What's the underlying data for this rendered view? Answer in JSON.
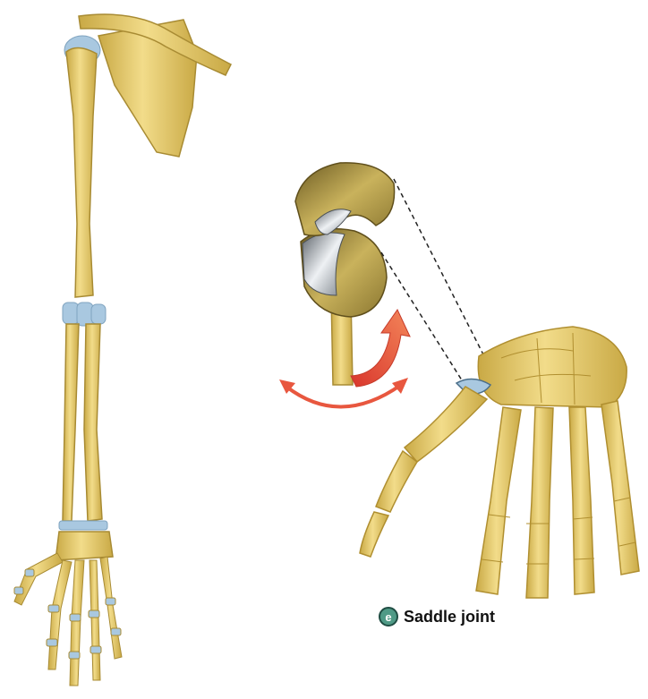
{
  "caption": {
    "letter": "e",
    "label": "Saddle joint"
  },
  "colors": {
    "bone": "#e9cf73",
    "bone_shadow": "#c9a945",
    "cartilage": "#a9c8e0",
    "joint_metal": "#c7ccd1",
    "model_bone": "#c9b25c",
    "arrow": "#e8573f",
    "badge": "#4f9a86"
  },
  "icons": {
    "badge": "circle-letter-badge",
    "rotation_arrows": "curved-double-arrow"
  }
}
